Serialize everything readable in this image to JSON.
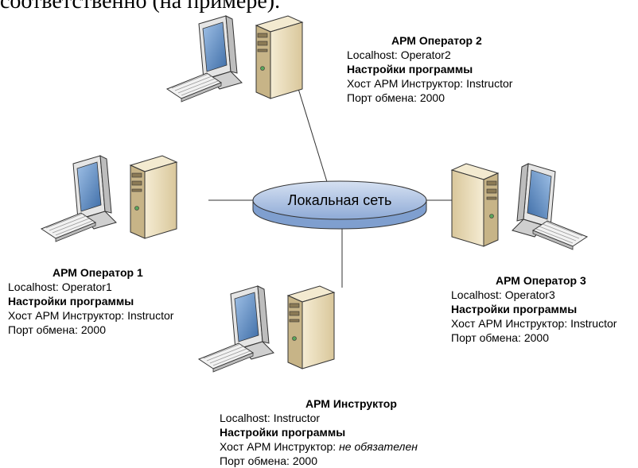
{
  "top_caption": "соответственно (на примере).",
  "network": {
    "label": "Локальная сеть"
  },
  "nodes": {
    "op2": {
      "title": "АРМ Оператор 2",
      "localhost": "Localhost: Operator2",
      "settings": "Настройки программы",
      "host_prefix": "Хост АРМ Инструктор: ",
      "host_value": "Instructor",
      "port": "Порт обмена: 2000"
    },
    "op1": {
      "title": "АРМ Оператор 1",
      "localhost": "Localhost: Operator1",
      "settings": "Настройки программы",
      "host_prefix": "Хост АРМ Инструктор: ",
      "host_value": "Instructor",
      "port": "Порт обмена: 2000"
    },
    "op3": {
      "title": "АРМ Оператор 3",
      "localhost": "Localhost: Operator3",
      "settings": "Настройки программы",
      "host_prefix": "Хост АРМ Инструктор: ",
      "host_value": "Instructor",
      "port": "Порт обмена: 2000"
    },
    "instr": {
      "title": "АРМ Инструктор",
      "localhost": "Localhost: Instructor",
      "settings": "Настройки программы",
      "host_prefix": "Хост АРМ Инструктор: ",
      "host_value": "не обязателен",
      "port": "Порт обмена: 2000"
    }
  },
  "colors": {
    "network_fill": "#a9bfe0",
    "network_top": "#c9d7ee",
    "tower": "#e9dcb9",
    "tower_side": "#c7b487",
    "monitor_screen": "#5f86b8",
    "outline": "#333333"
  }
}
